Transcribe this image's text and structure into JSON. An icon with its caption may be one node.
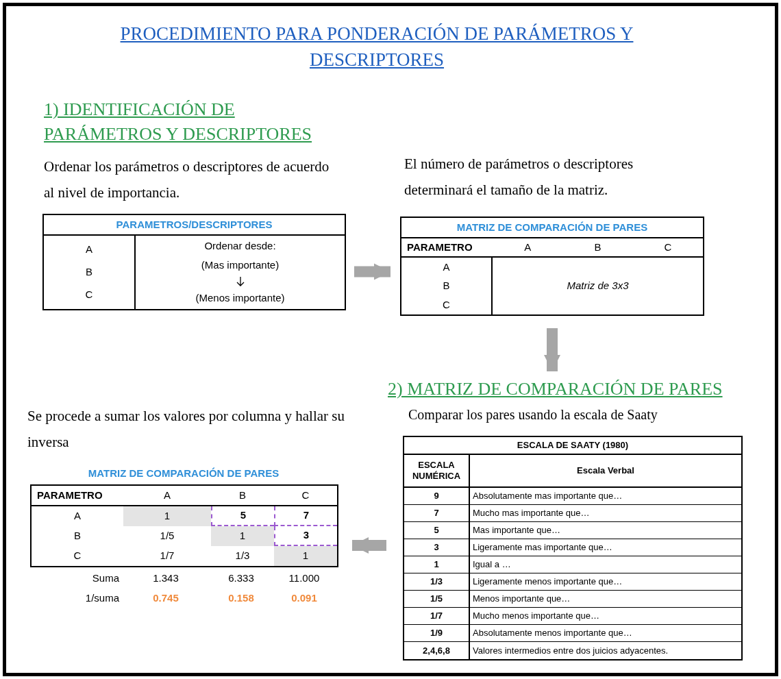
{
  "diagram": {
    "title": "PROCEDIMIENTO PARA PONDERACIÓN DE PARÁMETROS Y DESCRIPTORES",
    "nodes": [
      {
        "text": [
          "PARAMETROS/DESCRIPTORES",
          "A",
          "B",
          "C",
          "Ordenar desde:",
          "(Mas importante)",
          "(Menos importante)"
        ]
      },
      {
        "text": [
          "MATRIZ DE COMPARACIÓN DE PARES",
          "PARAMETRO",
          "A",
          "B",
          "C",
          "A",
          "B",
          "C",
          "Matriz de 3x3"
        ]
      },
      {
        "text": [
          "2) MATRIZ DE COMPARACIÓN DE PARES",
          "Comparar los pares usando la escala de Saaty",
          "ESCALA DE SAATY (1980)",
          "ESCALA NUMÉRICA",
          "Escala Verbal",
          "9",
          "Absolutamente mas importante que…",
          "7",
          "Mucho mas importante que…",
          "5",
          "Mas importante que…",
          "3",
          "Ligeramente mas importante que…",
          "1",
          "Igual a …",
          "1/3",
          "Ligeramente menos importante que…",
          "1/5",
          "Menos importante que…",
          "1/7",
          "Mucho menos importante que…",
          "1/9",
          "Absolutamente menos importante que…",
          "2,4,6,8",
          "Valores intermedios entre dos juicios adyacentes."
        ]
      },
      {
        "text": [
          "MATRIZ DE COMPARACIÓN DE PARES",
          "PARAMETRO",
          "A",
          "B",
          "C",
          "A",
          "1",
          "5",
          "7",
          "B",
          "1/5",
          "1",
          "3",
          "C",
          "1/7",
          "1/3",
          "1",
          "Suma",
          "1.343",
          "6.333",
          "11.000",
          "1/suma",
          "0.745",
          "0.158",
          "0.091"
        ]
      }
    ],
    "edges": [
      {
        "from": 0,
        "to": 1,
        "arrow": "to"
      },
      {
        "from": 1,
        "to": 2,
        "arrow": "to"
      },
      {
        "from": 2,
        "to": 3,
        "arrow": "to"
      }
    ],
    "labels": [
      "1) IDENTIFICACIÓN DE PARÁMETROS Y DESCRIPTORES",
      "Ordenar los parámetros o descriptores de acuerdo al nivel de importancia.",
      "El número de parámetros o descriptores determinará el tamaño de la matriz.",
      "Se procede a sumar los valores por columna y hallar su inversa"
    ]
  }
}
